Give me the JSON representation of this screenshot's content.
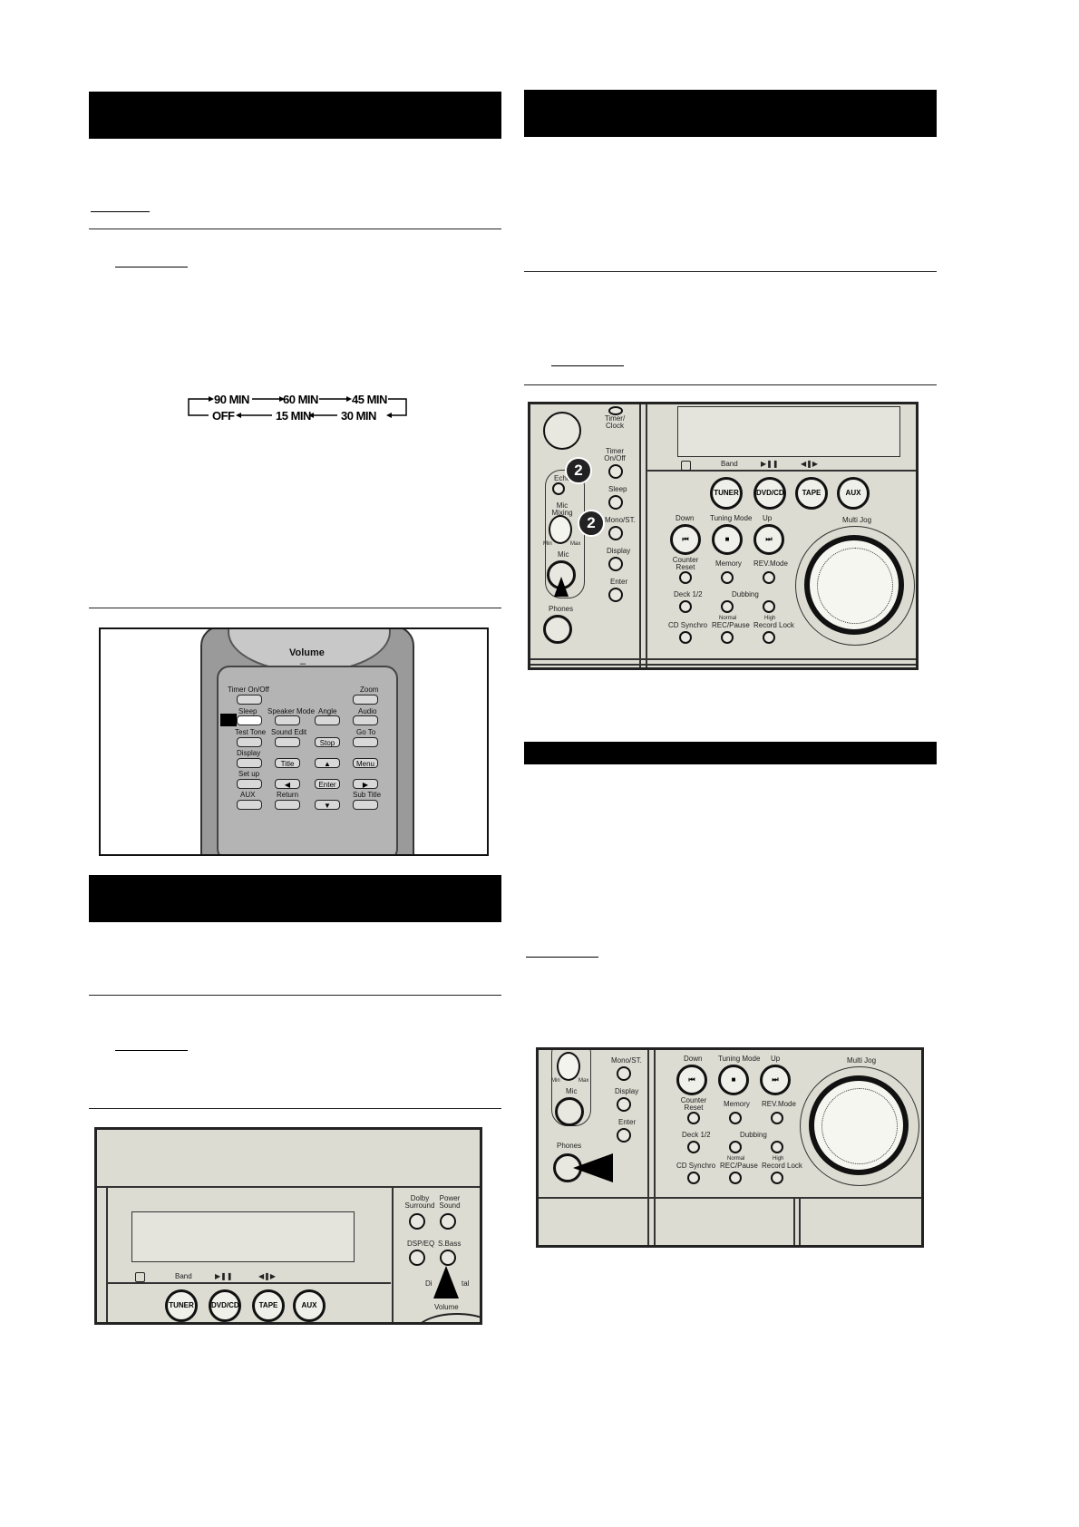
{
  "sleep_sequence": {
    "top": [
      "90 MIN",
      "60 MIN",
      "45 MIN"
    ],
    "bottom": [
      "OFF",
      "15 MIN",
      "30 MIN"
    ]
  },
  "remote": {
    "volume_label": "Volume",
    "buttons": {
      "timer_onoff": "Timer On/Off",
      "zoom": "Zoom",
      "sleep": "Sleep",
      "speaker_mode": "Speaker Mode",
      "angle": "Angle",
      "audio": "Audio",
      "test_tone": "Test Tone",
      "sound_edit": "Sound Edit",
      "go_to": "Go To",
      "display": "Display",
      "stop": "Stop",
      "title": "Title",
      "menu": "Menu",
      "set_up": "Set up",
      "enter": "Enter",
      "aux": "AUX",
      "return": "Return",
      "sub_title": "Sub Title"
    }
  },
  "front_panel": {
    "left_labels": {
      "timer_clock": "Timer/ Clock",
      "timer_onoff": "Timer On/Off",
      "echo": "Echo",
      "sleep": "Sleep",
      "mic_mixing": "Mic Mixing",
      "mono_st": "Mono/ST.",
      "display": "Display",
      "mic": "Mic",
      "enter": "Enter",
      "phones": "Phones",
      "min": "Min",
      "max": "Max"
    },
    "top_labels": {
      "band": "Band",
      "play_pause": "▶❚❚",
      "rev": "◀❚▶"
    },
    "sources": [
      "TUNER",
      "DVD/CD",
      "TAPE",
      "AUX"
    ],
    "tuning": {
      "down": "Down",
      "mode": "Tuning Mode",
      "up": "Up"
    },
    "multi_jog": "Multi Jog",
    "controls": {
      "counter_reset": "Counter Reset",
      "memory": "Memory",
      "rev_mode": "REV.Mode",
      "deck": "Deck 1/2",
      "dubbing": "Dubbing",
      "normal": "Normal",
      "high": "High",
      "cd_synchro": "CD Synchro",
      "rec_pause": "REC/Pause",
      "record_lock": "Record Lock"
    },
    "step_badge": "2"
  },
  "sound_panel": {
    "top_labels": {
      "band": "Band",
      "play_pause": "▶❚❚",
      "rev": "◀❚▶"
    },
    "sources": [
      "TUNER",
      "DVD/CD",
      "TAPE",
      "AUX"
    ],
    "right_labels": {
      "dolby_surround": "Dolby Surround",
      "power_sound": "Power Sound",
      "dsp_eq": "DSP/EQ",
      "s_bass": "S.Bass",
      "digital_left": "Di",
      "digital_right": "tal",
      "volume": "Volume"
    }
  }
}
